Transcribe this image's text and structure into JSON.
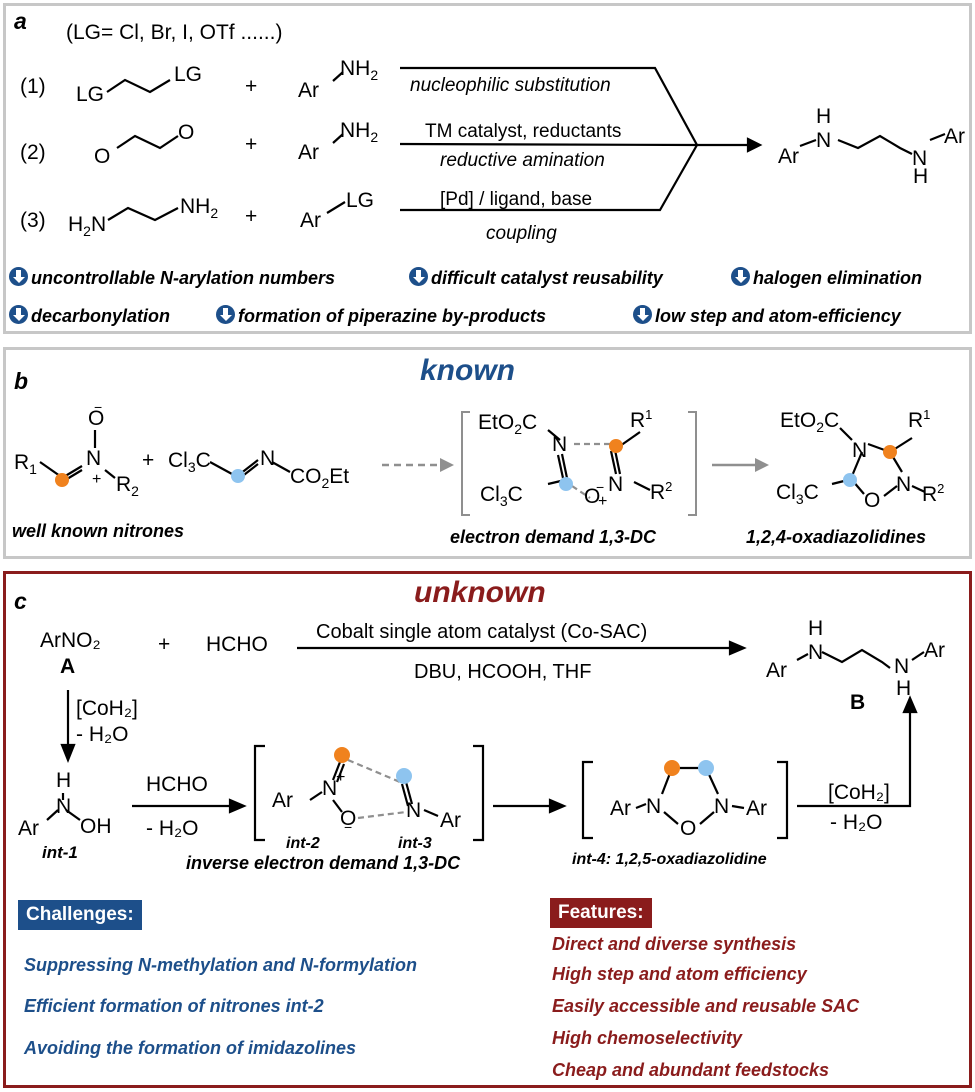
{
  "panel_a": {
    "label": "a",
    "lg_note": "(LG= Cl, Br, I, OTf ......)",
    "routes": [
      {
        "num": "(1)",
        "reagent1": "LG⁀⁀LG",
        "plus": "+",
        "reagent2": "Ar–NH₂",
        "cond_top": "",
        "cond_bottom": "nucleophilic substitution"
      },
      {
        "num": "(2)",
        "reagent1": "O=⁀⁀=O",
        "plus": "+",
        "reagent2": "Ar–NH₂",
        "cond_top": "TM catalyst, reductants",
        "cond_bottom": "reductive amination"
      },
      {
        "num": "(3)",
        "reagent1": "H₂N⁀⁀NH₂",
        "plus": "+",
        "reagent2": "Ar–LG",
        "cond_top": "[Pd] / ligand, base",
        "cond_bottom": "coupling"
      }
    ],
    "product": "Ar–NH–CH₂CH₂–NH–Ar",
    "drawbacks": [
      "uncontrollable N-arylation numbers",
      "difficult catalyst reusability",
      "halogen elimination",
      "decarbonylation",
      "formation of piperazine by-products",
      "low step and atom-efficiency"
    ]
  },
  "panel_b": {
    "label": "b",
    "header": "known",
    "nitrone_caption": "well known nitrones",
    "ts_caption": "electron demand 1,3-DC",
    "product_caption": "1,2,4-oxadiazolidines",
    "imine": "Cl₃C–CH=N–CO₂Et",
    "ester": "EtO₂C",
    "ccl3": "Cl₃C"
  },
  "panel_c": {
    "label": "c",
    "header": "unknown",
    "substrate": "ArNO₂",
    "substrate_id": "A",
    "reagent": "HCHO",
    "plus": "+",
    "catalyst": "Cobalt single atom catalyst (Co-SAC)",
    "conditions": "DBU, HCOOH, THF",
    "product_id": "B",
    "step1_top": "[CoH₂]",
    "step1_bottom": "- H₂O",
    "int1": "int-1",
    "step2_top": "HCHO",
    "step2_bottom": "- H₂O",
    "int2": "int-2",
    "int3": "int-3",
    "ts_caption": "inverse electron demand 1,3-DC",
    "int4": "int-4: 1,2,5-oxadiazolidine",
    "step4_top": "[CoH₂]",
    "step4_bottom": "- H₂O",
    "challenges_title": "Challenges:",
    "challenges": [
      "Suppressing N-methylation and N-formylation",
      "Efficient formation of nitrones int-2",
      "Avoiding the formation of imidazolines"
    ],
    "features_title": "Features:",
    "features": [
      "Direct and diverse synthesis",
      "High step and atom efficiency",
      "Easily accessible and reusable SAC",
      "High chemoselectivity",
      "Cheap and abundant feedstocks"
    ]
  },
  "colors": {
    "blue_accent": "#1d4f8a",
    "red_accent": "#8a1c1c",
    "orange_dot": "#f0821e",
    "blue_dot": "#8ec4ef",
    "panel_border": "#c7c7c7"
  }
}
